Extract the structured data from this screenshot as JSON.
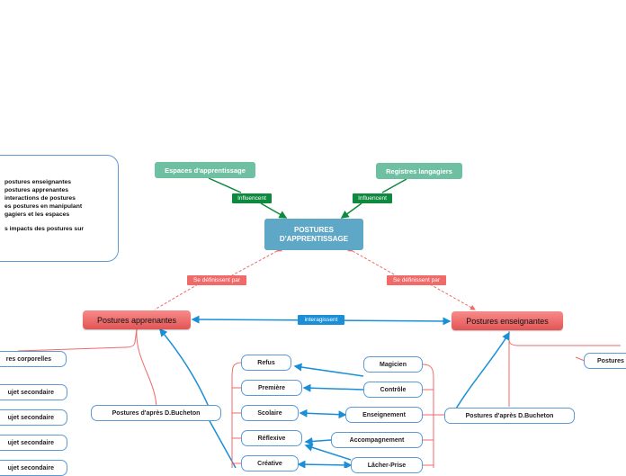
{
  "info_box": {
    "lines": [
      "postures enseignantes",
      "postures apprenantes",
      "interactions de postures",
      "es postures en manipulant",
      "gagiers et les espaces",
      "",
      "s impacts des postures sur"
    ]
  },
  "top_nodes": {
    "left": "Espaces d'apprentissage",
    "right": "Registres langagiers"
  },
  "link_labels": {
    "influence_left": "Influencent",
    "influence_right": "Influencent",
    "defined_left": "Se définissent par",
    "defined_right": "Se définissent par",
    "interact": "interagissent"
  },
  "central": {
    "line1": "POSTURES",
    "line2": "D'APPRENTISSAGE"
  },
  "main_nodes": {
    "left": "Postures apprenantes",
    "right": "Postures enseignantes"
  },
  "left_branch": {
    "items": [
      "res corporelles",
      "ujet secondaire",
      "ujet secondaire",
      "ujet secondaire",
      "ujet secondaire"
    ],
    "bucheton": "Postures d'après D.Bucheton"
  },
  "right_branch": {
    "bucheton": "Postures d'après D.Bucheton",
    "far_right": "Postures"
  },
  "student_postures": [
    "Refus",
    "Première",
    "Scolaire",
    "Réflexive",
    "Créative"
  ],
  "teacher_postures": [
    "Magicien",
    "Contrôle",
    "Enseignement",
    "Accompagnement",
    "Lâcher-Prise"
  ],
  "colors": {
    "green_node": "#6fbfa3",
    "dark_green_label": "#0e8a3e",
    "central": "#5fa7c7",
    "salmon": "#f06a6a",
    "red_node": "#e25555",
    "blue_line": "#1a8fd8",
    "pill_border": "#5b9bd5"
  }
}
